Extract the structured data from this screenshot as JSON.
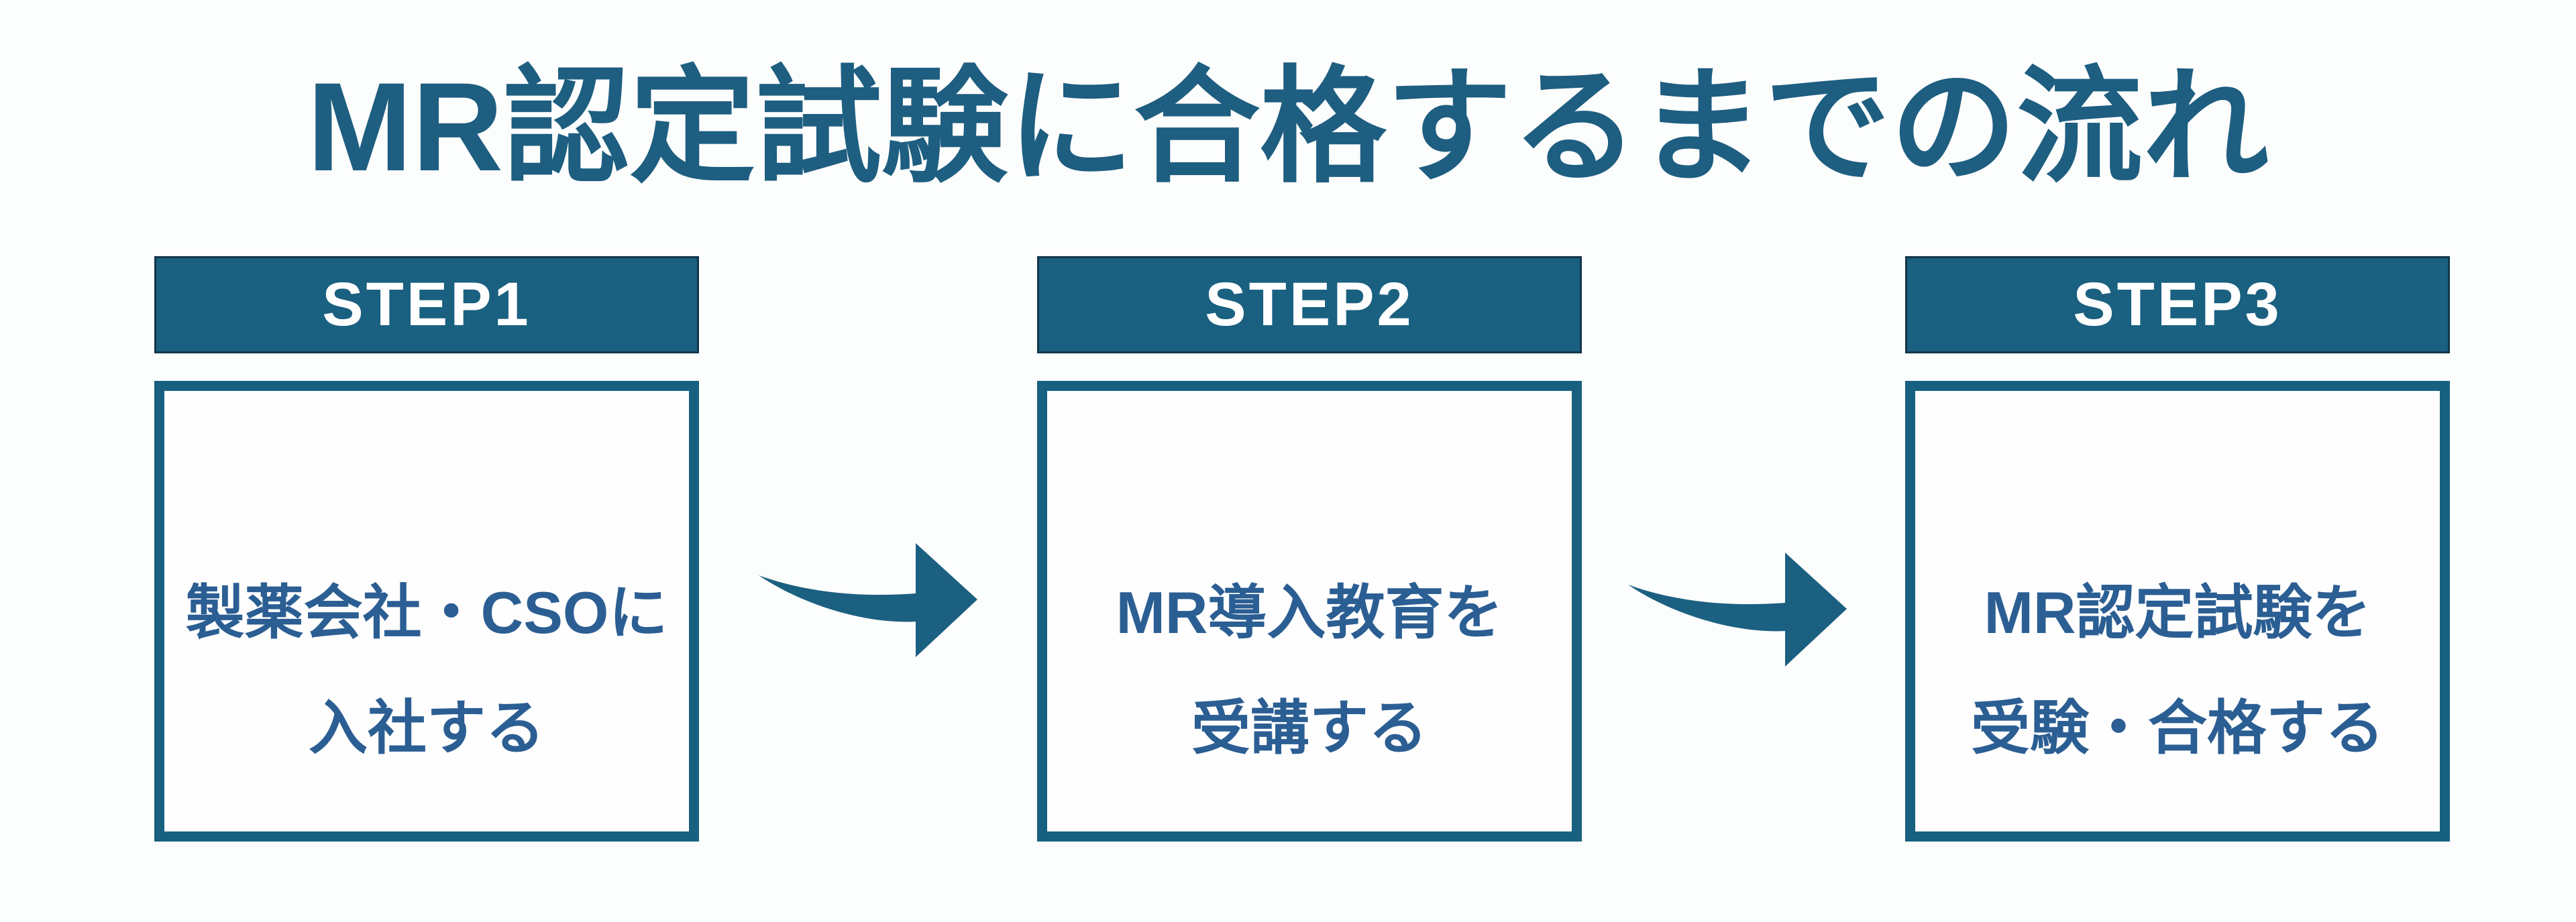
{
  "title": {
    "text": "MR認定試験に合格するまでの流れ",
    "color": "#1e5e80"
  },
  "colors": {
    "teal_accent": "#1a6080",
    "box_border": "#18607f",
    "box_text_blue": "#2b5e93",
    "step_label_text": "#ffffff",
    "background": "#fcfdfd"
  },
  "steps": [
    {
      "label": "STEP1",
      "lines": [
        "製薬会社・CSOに",
        "入社する"
      ]
    },
    {
      "label": "STEP2",
      "lines": [
        "MR導入教育を",
        "受講する"
      ]
    },
    {
      "label": "STEP3",
      "lines": [
        "MR認定試験を",
        "受験・合格する"
      ]
    }
  ],
  "arrows": [
    {
      "name": "arrow-step1-to-step2"
    },
    {
      "name": "arrow-step2-to-step3"
    }
  ]
}
